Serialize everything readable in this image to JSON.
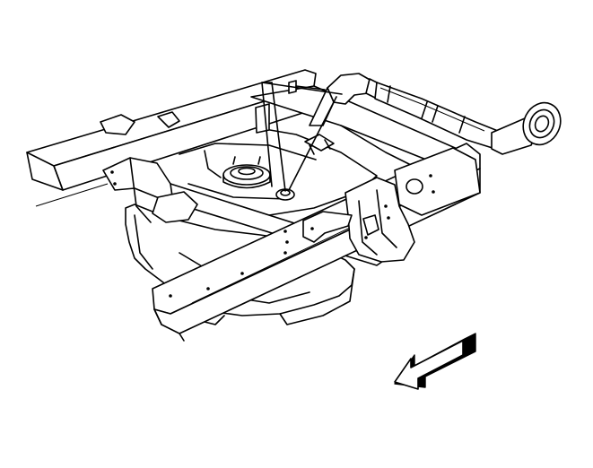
{
  "figure": {
    "background": "#ffffff",
    "line_color": "#000000",
    "components": [
      "frame-rail-left",
      "frame-rail-right",
      "crossmember",
      "fuel-tank",
      "fuel-sender-assembly",
      "fuel-filler-pipe",
      "fuel-filler-neck",
      "fuel-tank-strap",
      "frame-bracket",
      "leader-lines",
      "direction-arrow"
    ]
  }
}
